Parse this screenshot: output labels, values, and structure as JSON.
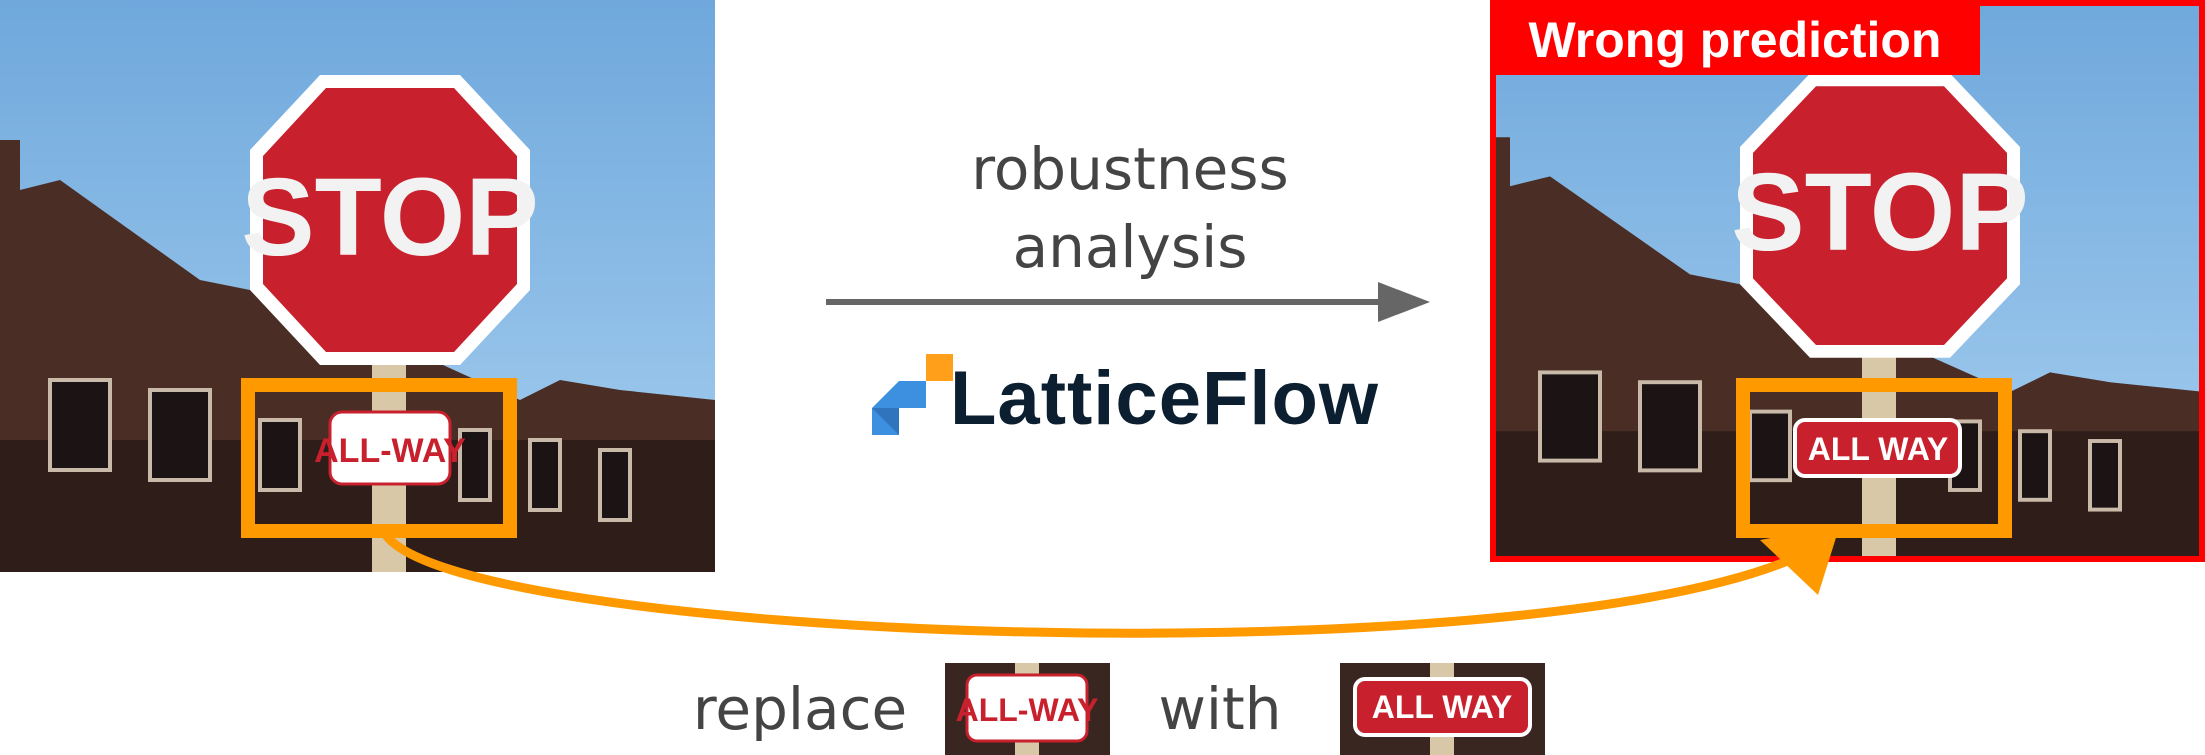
{
  "label": {
    "wrong_prediction": "Wrong prediction"
  },
  "arrow_caption": {
    "line1": "robustness",
    "line2": "analysis"
  },
  "logo": {
    "text": "LatticeFlow"
  },
  "scene": {
    "stop_text": "STOP",
    "original_sign": "ALL-WAY",
    "modified_sign": "ALL WAY"
  },
  "bottom": {
    "replace": "replace",
    "with": "with"
  },
  "colors": {
    "highlight": "#ff9900",
    "error": "#ff0000",
    "logo_blue": "#3d8fe0",
    "logo_orange": "#ff9f1a",
    "logo_text": "#0b1f30"
  }
}
